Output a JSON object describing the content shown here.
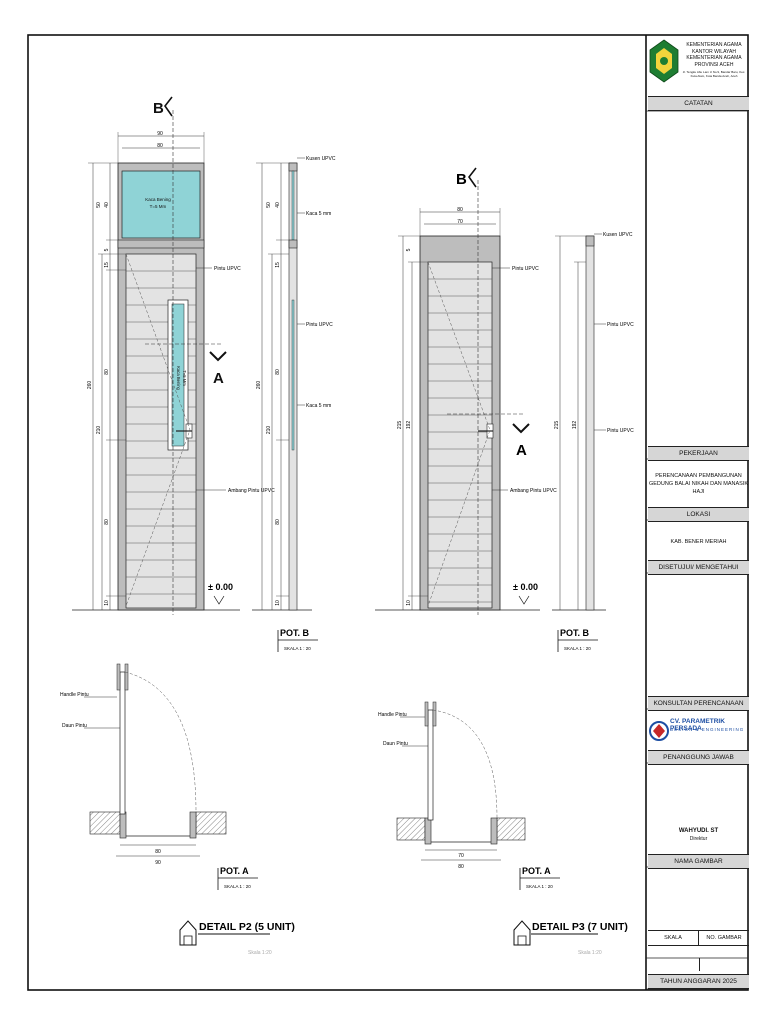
{
  "title_block": {
    "org_line1": "KEMENTERIAN AGAMA",
    "org_line2": "KANTOR WILAYAH KEMENTERIAN AGAMA",
    "org_line3": "PROVINSI ACEH",
    "org_addr": "Jl. Tengku Abu Lam U No.9, Bandar Baru, Kec. Kuta Alam, Kota Banda Aceh, Aceh",
    "catatan": "CATATAN",
    "pekerjaan": "PEKERJAAN",
    "pekerjaan_line1": "PERENCANAAN PEMBANGUNAN",
    "pekerjaan_line2": "GEDUNG BALAI NIKAH DAN MANASIK HAJI",
    "lokasi": "LOKASI",
    "lokasi_value": "KAB. BENER MERIAH",
    "disetujui": "DISETUJUI/ MENGETAHUI",
    "konsultan": "KONSULTAN PERENCANAAN",
    "konsultan_name": "CV. PARAMETRIK PERSADA",
    "konsultan_sub": "DESIGN & ENGINEERING",
    "penanggung": "PENANGGUNG JAWAB",
    "person_name": "WAHYUDI. ST",
    "person_role": "Direktur",
    "nama_gambar": "NAMA GAMBAR",
    "skala": "SKALA",
    "no_gambar": "NO. GAMBAR",
    "tahun": "TAHUN ANGGARAN 2025"
  },
  "drawing": {
    "p2": {
      "detail_title": "DETAIL P2 (5 UNIT)",
      "detail_scale": "Skala 1:20",
      "section_b": "B",
      "section_a": "A",
      "dim_total_w": "90",
      "dim_inner_w": "80",
      "dim_left_total": "260",
      "dim_left_door": "210",
      "dim_left_top": "50",
      "dim_left_glass": "40",
      "dim_left_5": "5",
      "dim_left_15": "15",
      "dim_left_80a": "80",
      "dim_left_80b": "80",
      "dim_left_10": "10",
      "glass_label1": "Kaca Bening",
      "glass_label2": "T=5 Mm",
      "glass_label3": "Kaca Bening",
      "glass_label4": "T=5 Mm",
      "lbl_pintu": "Pintu UPVC",
      "lbl_ambang": "Ambang Pintu UPVC",
      "level": "± 0.00",
      "potb_title": "POT. B",
      "potb_scale": "SKALA 1 : 20",
      "potb_kusen": "Kusen UPVC",
      "potb_kaca1": "Kaca 5 mm",
      "potb_pintu": "Pintu UPVC",
      "potb_kaca2": "Kaca 5 mm",
      "pota_title": "POT. A",
      "pota_scale": "SKALA 1 : 20",
      "pota_handle": "Handle Pintu",
      "pota_daun": "Daun Pintu",
      "pota_w1": "80",
      "pota_w2": "90"
    },
    "p3": {
      "detail_title": "DETAIL P3 (7 UNIT)",
      "detail_scale": "Skala 1:20",
      "section_b": "B",
      "section_a": "A",
      "dim_total_w": "80",
      "dim_inner_w": "70",
      "dim_left_total": "215",
      "dim_left_door": "192",
      "dim_left_5": "5",
      "dim_left_10": "10",
      "lbl_pintu": "Pintu UPVC",
      "lbl_ambang": "Ambang Pintu UPVC",
      "level": "± 0.00",
      "potb_title": "POT. B",
      "potb_scale": "SKALA 1 : 20",
      "potb_kusen": "Kusen UPVC",
      "potb_pintu1": "Pintu UPVC",
      "potb_pintu2": "Pintu UPVC",
      "pota_title": "POT. A",
      "pota_scale": "SKALA 1 : 20",
      "pota_handle": "Handle Pintu",
      "pota_daun": "Daun Pintu",
      "pota_w1": "70",
      "pota_w2": "80"
    }
  },
  "colors": {
    "glass": "#8fd3d6",
    "door_fill": "#e3e3e3",
    "frame_fill": "#bdbdbd",
    "tb_header": "#d6d6d6",
    "logo_green": "#1e7d32",
    "consultant_blue": "#1e4fa3"
  }
}
